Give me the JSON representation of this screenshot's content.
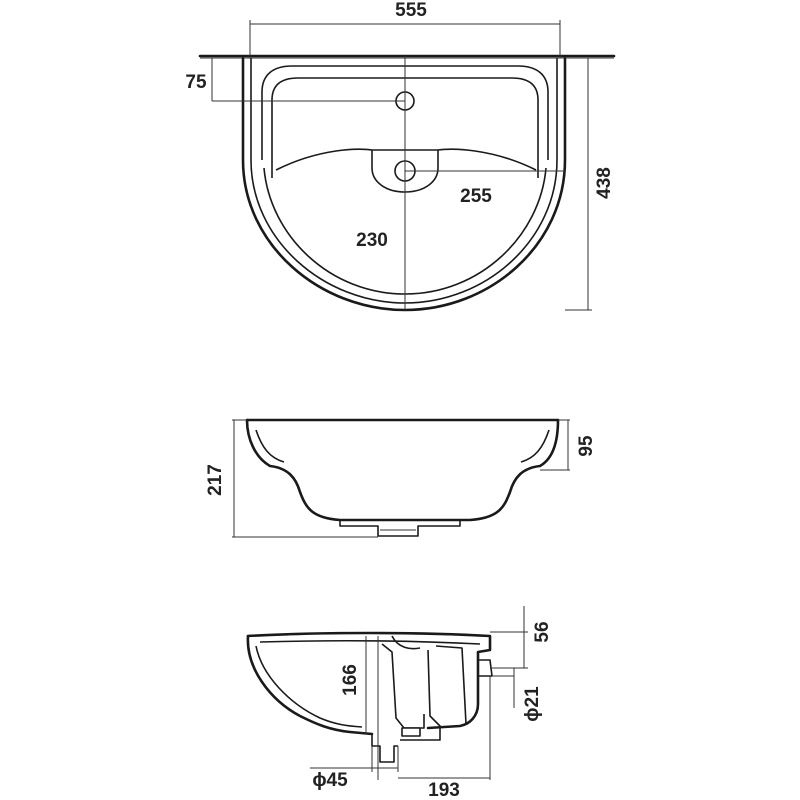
{
  "top_view": {
    "width": "555",
    "depth": "438",
    "tap_offset": "75",
    "bowl_half_depth": "255",
    "bowl_radius": "230"
  },
  "front_view": {
    "height": "217",
    "rim_height": "95"
  },
  "side_view": {
    "basin_depth": "166",
    "overflow": "56",
    "overflow_dia": "ϕ21",
    "drain_dia": "ϕ45",
    "drain_offset": "193"
  }
}
